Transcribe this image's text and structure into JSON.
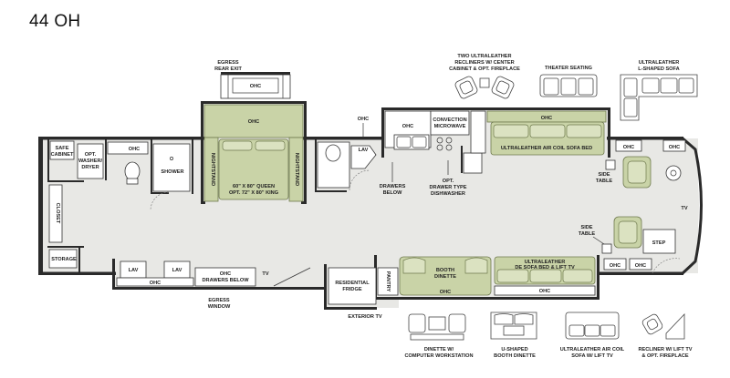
{
  "title": "44 OH",
  "labels": {
    "egress_rear_exit": [
      "EGRESS",
      "REAR EXIT"
    ],
    "ohc": "OHC",
    "nightstand": "NIGHTSTAND",
    "queen_bed": [
      "60\" X 80\" QUEEN",
      "OPT. 72\" X 80\" KING"
    ],
    "lav": "LAV",
    "convection_microwave": [
      "CONVECTION",
      "MICROWAVE"
    ],
    "sofa_bed_top": "ULTRALEATHER AIR COIL SOFA BED",
    "safe_cabinet": [
      "SAFE",
      "CABINET"
    ],
    "opt_washer_dryer": [
      "OPT.",
      "WASHER/",
      "DRYER"
    ],
    "shower": "SHOWER",
    "closet": "CLOSET",
    "storage": "STORAGE",
    "drawers_below": [
      "DRAWERS",
      "BELOW"
    ],
    "opt_drawer_dishwasher": [
      "OPT.",
      "DRAWER TYPE",
      "DISHWASHER"
    ],
    "side_table": [
      "SIDE",
      "TABLE"
    ],
    "tv": "TV",
    "step": "STEP",
    "ohc_drawers_below": [
      "OHC",
      "DRAWERS BELOW"
    ],
    "egress_window": [
      "EGRESS",
      "WINDOW"
    ],
    "residential_fridge": [
      "RESIDENTIAL",
      "FRIDGE"
    ],
    "pantry": "PANTRY",
    "booth_dinette": [
      "BOOTH",
      "DINETTE"
    ],
    "sofa_bed_lift": [
      "ULTRALEATHER",
      "DE SOFA BED & LIFT TV"
    ],
    "exterior_tv": "EXTERIOR TV",
    "options_top": [
      {
        "name": "recliners",
        "text": [
          "TWO ULTRALEATHER",
          "RECLINERS W/ CENTER",
          "CABINET & OPT. FIREPLACE"
        ]
      },
      {
        "name": "theater-seating",
        "text": [
          "THEATER SEATING"
        ]
      },
      {
        "name": "l-shaped-sofa",
        "text": [
          "ULTRALEATHER",
          "L-SHAPED SOFA"
        ]
      }
    ],
    "options_bottom": [
      {
        "name": "dinette-workstation",
        "text": [
          "DINETTE W/",
          "COMPUTER WORKSTATION"
        ]
      },
      {
        "name": "u-shaped-dinette",
        "text": [
          "U-SHAPED",
          "BOOTH DINETTE"
        ]
      },
      {
        "name": "air-coil-sofa",
        "text": [
          "ULTRALEATHER AIR COIL",
          "SOFA W/ LIFT TV"
        ]
      },
      {
        "name": "recliner-fireplace",
        "text": [
          "RECLINER W/ LIFT TV",
          "& OPT. FIREPLACE"
        ]
      }
    ]
  },
  "colors": {
    "floor": "#e8e8e5",
    "upholstery": "#c9d3a7",
    "wall": "#2a2a2a"
  }
}
